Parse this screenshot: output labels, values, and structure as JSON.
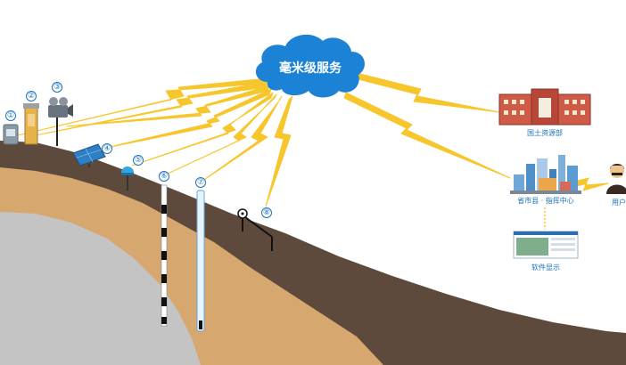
{
  "cloud": {
    "label": "毫米级服务"
  },
  "stations": [
    {
      "id": "1",
      "label": "①"
    },
    {
      "id": "2",
      "label": "②"
    },
    {
      "id": "3",
      "label": "③"
    },
    {
      "id": "4",
      "label": "④"
    },
    {
      "id": "5",
      "label": "⑤"
    },
    {
      "id": "6",
      "label": "⑥"
    },
    {
      "id": "7",
      "label": "⑦"
    },
    {
      "id": "8",
      "label": "⑧"
    }
  ],
  "right_side": {
    "land_bureau": "国土资源部",
    "command_center": "省市县 · 指挥中心",
    "user": "用户",
    "software": "软件显示"
  },
  "colors": {
    "cloud": "#1b82d6",
    "lightning": "#f7c62c",
    "soil_top": "#5e4a3c",
    "soil_mid": "#d6a870",
    "rock": "#bfbfbf",
    "label_blue": "#1e73be"
  }
}
